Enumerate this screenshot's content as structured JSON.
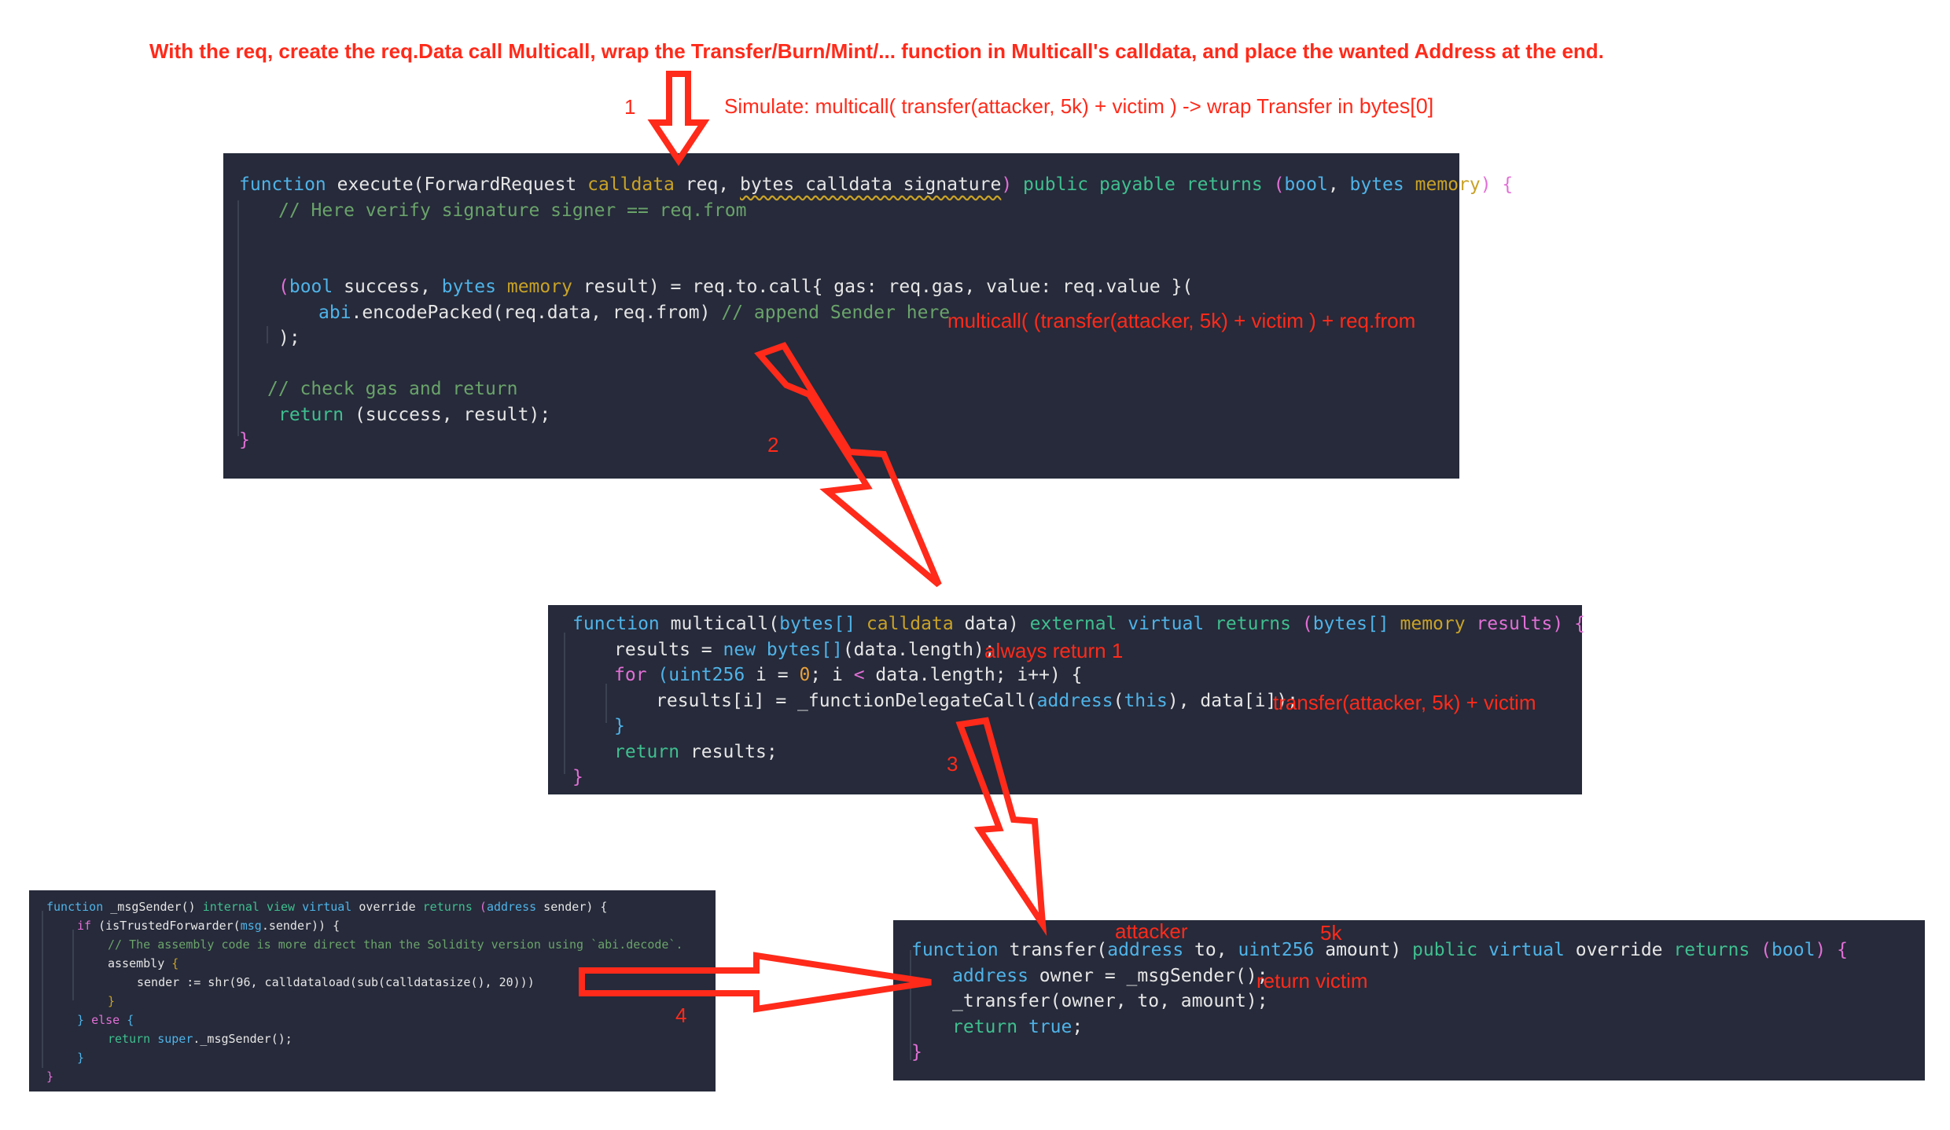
{
  "headline": "With the req, create the req.Data call Multicall, wrap the Transfer/Burn/Mint/... function in Multicall's calldata, and place the wanted Address at the end.",
  "steps": {
    "s1": "1",
    "s2": "2",
    "s3": "3",
    "s4": "4"
  },
  "notes": {
    "simulate_prefix": "Simulate: multicall( transfer(attacker, 5k) + victim ) -> wrap Transfer in ",
    "simulate_suffix": "bytes[0]",
    "execute_call": "multicall( (transfer(attacker, 5k) + victim ) + req.from",
    "always_return": "always return 1",
    "delegate_payload": "transfer(attacker, 5k) + victim",
    "attacker": "attacker",
    "amount": "5k",
    "return_victim": "return victim"
  },
  "execute_code": {
    "l1": {
      "a": "function",
      "b": " execute(ForwardRequest ",
      "c": "calldata",
      "d": " req, ",
      "e": "bytes calldata signature",
      "f": ") ",
      "g": "public payable",
      "h": " ",
      "i": "returns",
      "j": " (",
      "k": "bool",
      "l": ", ",
      "m": "bytes",
      "n": " ",
      "o": "memory",
      "p": ") {"
    },
    "l2": "// Here verify signature signer == req.from",
    "l3": {
      "a": "(",
      "b": "bool",
      "c": " success, ",
      "d": "bytes",
      "e": " ",
      "f": "memory",
      "g": " result) = req.to.call{ gas: req.gas, value: req.value }("
    },
    "l4": {
      "a": "abi",
      "b": ".encodePacked(req.data, req.from) ",
      "c": "// append Sender here"
    },
    "l5": ");",
    "l6": "// check gas and return",
    "l7": {
      "a": "return",
      "b": " (success, result);"
    },
    "l8": "}"
  },
  "multicall_code": {
    "l1": {
      "a": "function",
      "b": " multicall(",
      "c": "bytes[]",
      "d": " ",
      "e": "calldata",
      "f": " data) ",
      "g": "external",
      "h": " ",
      "i": "virtual",
      "j": " ",
      "k": "returns",
      "l": " (",
      "m": "bytes[]",
      "n": " ",
      "o": "memory",
      "p": " results) {"
    },
    "l2": {
      "a": "results = ",
      "b": "new",
      "c": " ",
      "d": "bytes[]",
      "e": "(data.length);"
    },
    "l3": {
      "a": "for",
      "b": " (",
      "c": "uint256",
      "d": " i = ",
      "e": "0",
      "f": "; i ",
      "g": "<",
      "h": " data.length; i++) {"
    },
    "l4": {
      "a": "results[i] = _functionDelegateCall(",
      "b": "address",
      "c": "(",
      "d": "this",
      "e": "), data[i]);"
    },
    "l5": "}",
    "l6": {
      "a": "return",
      "b": " results;"
    },
    "l7": "}"
  },
  "msgsender_code": {
    "l1": {
      "a": "function",
      "b": " _msgSender() ",
      "c": "internal view",
      "d": " ",
      "e": "virtual",
      "f": " override ",
      "g": "returns",
      "h": " (",
      "i": "address",
      "j": " sender) {"
    },
    "l2": {
      "a": "if",
      "b": " (isTrustedForwarder(",
      "c": "msg",
      "d": ".sender)) {"
    },
    "l3": "// The assembly code is more direct than the Solidity version using `abi.decode`.",
    "l4": {
      "a": "assembly",
      "b": " {"
    },
    "l5": "sender := shr(96, calldataload(sub(calldatasize(), 20)))",
    "l6": "}",
    "l7": {
      "a": "} ",
      "b": "else",
      "c": " {"
    },
    "l8": {
      "a": "return",
      "b": " ",
      "c": "super",
      "d": "._msgSender();"
    },
    "l9": "}",
    "l10": "}"
  },
  "transfer_code": {
    "l1": {
      "a": "function",
      "b": " transfer(",
      "c": "address",
      "d": " to, ",
      "e": "uint256",
      "f": " amount) ",
      "g": "public",
      "h": " ",
      "i": "virtual",
      "j": " override ",
      "k": "returns",
      "l": " (",
      "m": "bool",
      "n": ") {"
    },
    "l2": {
      "a": "address",
      "b": " owner = _msgSender();"
    },
    "l3": "_transfer(owner, to, amount);",
    "l4": {
      "a": "return",
      "b": " ",
      "c": "true",
      "d": ";"
    },
    "l5": "}"
  },
  "colors": {
    "annotation": "#ff2a1a",
    "code_bg": "#262a3a",
    "keyword": "#4fb3e8",
    "keyword_green": "#3fbf8f",
    "type": "#c9a227",
    "comment": "#6aa36a",
    "punct": "#e26fd6"
  }
}
